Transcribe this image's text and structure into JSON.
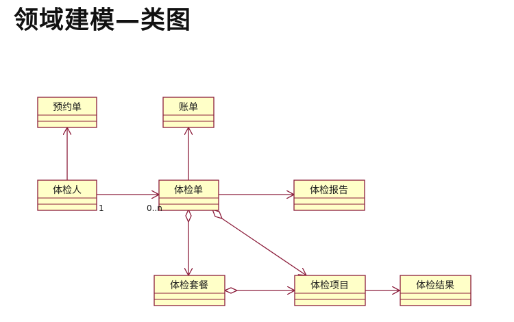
{
  "title": "领域建模—类图",
  "colors": {
    "box_fill": "#ffffc8",
    "box_border": "#8b1c3a",
    "line": "#8b1c3a"
  },
  "classes": {
    "reservation": "预约单",
    "bill": "账单",
    "examinee": "体检人",
    "exam_form": "体检单",
    "exam_report": "体检报告",
    "exam_package": "体检套餐",
    "exam_item": "体检项目",
    "exam_result": "体检结果"
  },
  "multiplicities": {
    "examinee_end": "1",
    "exam_form_end": "0..n"
  }
}
